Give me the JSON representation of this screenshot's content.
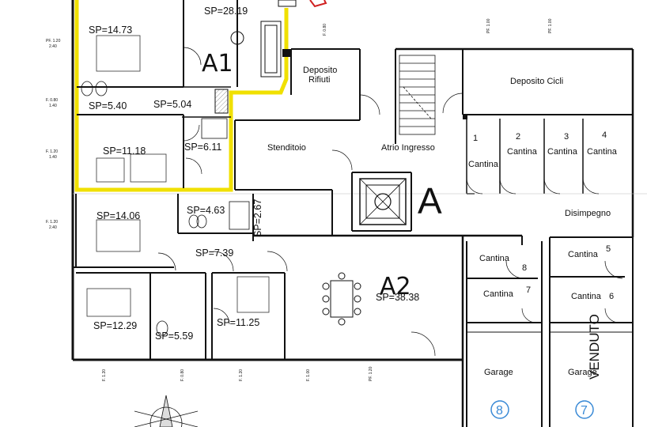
{
  "colors": {
    "highlight": "#f0e000",
    "wall": "#111111",
    "marker": "#d02020",
    "circle_label": "#3a8ad6"
  },
  "apartments": [
    {
      "id": "a1",
      "label": "A1"
    },
    {
      "id": "a2",
      "label": "A2"
    }
  ],
  "rooms": [
    {
      "id": "sp-14-73",
      "text": "SP=14.73"
    },
    {
      "id": "sp-28-19",
      "text": "SP=28.19"
    },
    {
      "id": "sp-5-40",
      "text": "SP=5.40"
    },
    {
      "id": "sp-5-04",
      "text": "SP=5.04"
    },
    {
      "id": "sp-11-18",
      "text": "SP=11.18"
    },
    {
      "id": "sp-6-11",
      "text": "SP=6.11"
    },
    {
      "id": "sp-14-06",
      "text": "SP=14.06"
    },
    {
      "id": "sp-4-63",
      "text": "SP=4.63"
    },
    {
      "id": "sp-2-67",
      "text": "SP=2.67"
    },
    {
      "id": "sp-7-39",
      "text": "SP=7.39"
    },
    {
      "id": "sp-38-38",
      "text": "SP=38.38"
    },
    {
      "id": "sp-12-29",
      "text": "SP=12.29"
    },
    {
      "id": "sp-5-59",
      "text": "SP=5.59"
    },
    {
      "id": "sp-11-25",
      "text": "SP=11.25"
    }
  ],
  "areas": {
    "deposito_rifiuti": [
      "Deposito",
      "Rifiuti"
    ],
    "deposito_cicli": "Deposito Cicli",
    "stenditoio": "Stenditoio",
    "atrio": "Atrio Ingresso",
    "disimpegno": "Disimpegno",
    "cantina": "Cantina",
    "garage": "Garage",
    "venduto": "VENDUTO",
    "stair_letter": "A"
  },
  "cantine_numbers": [
    "1",
    "2",
    "3",
    "4",
    "5",
    "6",
    "7",
    "8"
  ],
  "garage_numbers": [
    "8",
    "7"
  ],
  "window_marks": {
    "pf_120": "PF. 1.20",
    "pf_100": "PF. 1.00",
    "f_080": "F. 0.80",
    "f_100": "F. 1.00",
    "f_120": "F. 1.20",
    "f_140": "F. 1.40",
    "h_240": "2.40",
    "h_140": "1.40",
    "h_100": "1.00"
  }
}
